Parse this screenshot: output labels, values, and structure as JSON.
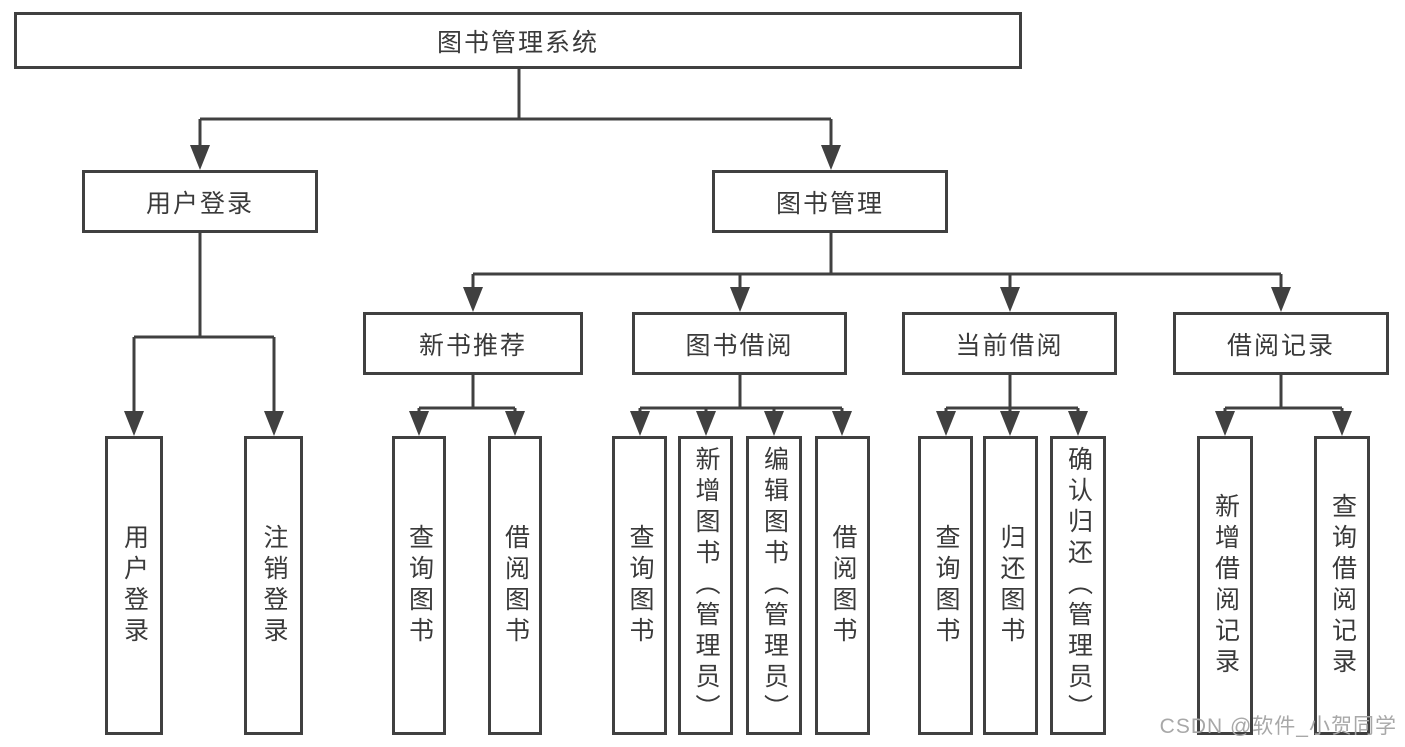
{
  "diagram": {
    "root": "图书管理系统",
    "branches": [
      "用户登录",
      "图书管理"
    ],
    "modules": [
      "新书推荐",
      "图书借阅",
      "当前借阅",
      "借阅记录"
    ],
    "leaves": {
      "login": [
        "用户登录",
        "注销登录"
      ],
      "new_books": [
        "查询图书",
        "借阅图书"
      ],
      "book_borrow": [
        "查询图书",
        "新增图书（管理员）",
        "编辑图书（管理员）",
        "借阅图书"
      ],
      "current_borrow": [
        "查询图书",
        "归还图书",
        "确认归还（管理员）"
      ],
      "borrow_records": [
        "新增借阅记录",
        "查询借阅记录"
      ]
    },
    "watermark": "CSDN @软件_小贺同学",
    "colors": {
      "line": "#404040",
      "box_border": "#404040",
      "text": "#3a3a3a",
      "watermark": "#a8a8a8",
      "background": "#ffffff"
    }
  }
}
